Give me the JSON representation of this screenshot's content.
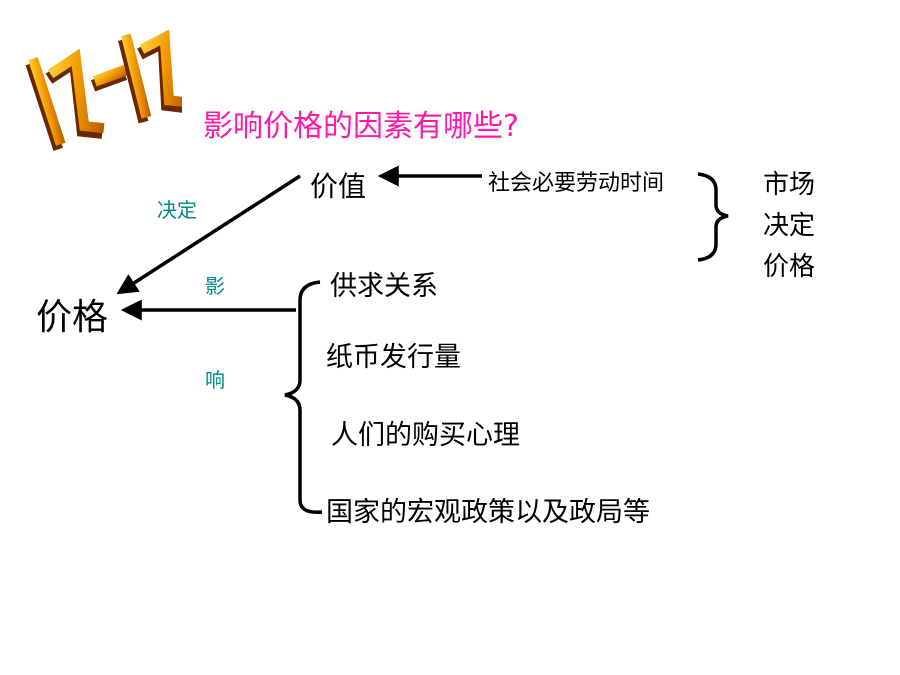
{
  "logo": {
    "text": "忆一忆",
    "colors": [
      "#e07b00",
      "#ffc400",
      "#7a2c00"
    ]
  },
  "question": "影响价格的因素有哪些?",
  "nodes": {
    "value": "价值",
    "labor_time": "社会必要劳动时间",
    "market_decides_price": [
      "市场",
      "决定",
      "价格"
    ],
    "price": "价格"
  },
  "edge_labels": {
    "decide": "决定",
    "influence": [
      "影",
      "响"
    ]
  },
  "factors": [
    "供求关系",
    "纸币发行量",
    "人们的购买心理",
    "国家的宏观政策以及政局等"
  ],
  "colors": {
    "question": "#ff1aa8",
    "edge_label": "#008b8b",
    "line": "#000000"
  }
}
